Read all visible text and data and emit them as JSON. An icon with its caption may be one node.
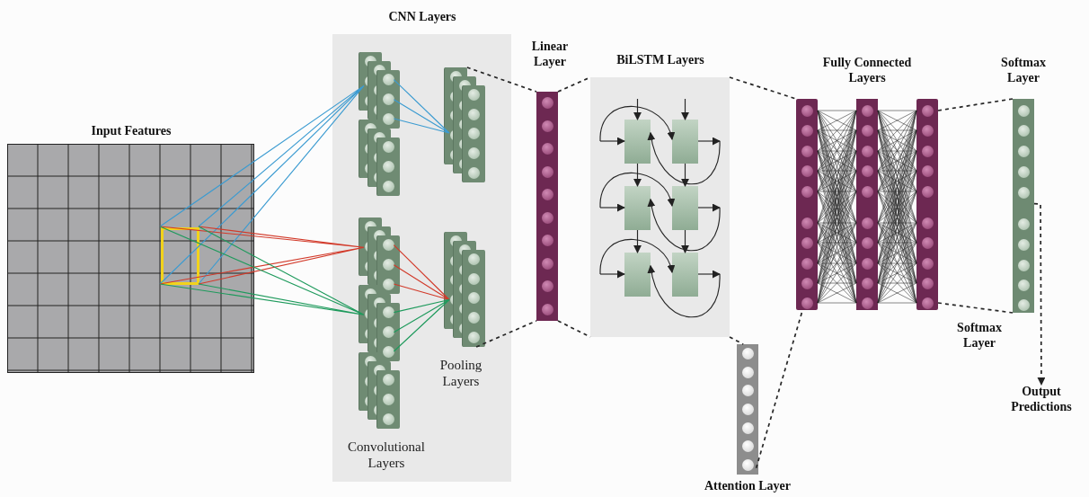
{
  "diagram": {
    "nodes": [
      {
        "text": [
          "Input Features"
        ]
      },
      {
        "text": [],
        "shape": "box",
        "in": 0
      },
      {
        "text": [
          "CNN Layers"
        ]
      },
      {
        "text": [],
        "shape": "bar",
        "in": 2
      },
      {
        "text": [],
        "shape": "bar",
        "in": 2
      },
      {
        "text": [],
        "shape": "bar",
        "in": 2
      },
      {
        "text": [],
        "shape": "bar",
        "in": 2
      },
      {
        "text": [],
        "shape": "bar",
        "in": 2
      },
      {
        "text": [],
        "shape": "bar",
        "in": 2
      },
      {
        "text": [],
        "shape": "bar",
        "in": 2
      },
      {
        "text": [
          "Linear Layer"
        ]
      },
      {
        "text": [
          "BiLSTM Layers"
        ]
      },
      {
        "text": [],
        "shape": "box",
        "in": 11
      },
      {
        "text": [],
        "shape": "box",
        "in": 11
      },
      {
        "text": [],
        "shape": "box",
        "in": 11
      },
      {
        "text": [],
        "shape": "box",
        "in": 11
      },
      {
        "text": [],
        "shape": "box",
        "in": 11
      },
      {
        "text": [],
        "shape": "box",
        "in": 11
      },
      {
        "text": [
          "Attention Layer"
        ]
      },
      {
        "text": [],
        "shape": "bar"
      },
      {
        "text": [
          "Fully Connected Layers"
        ]
      },
      {
        "text": [],
        "shape": "bar"
      },
      {
        "text": [
          "Softmax Layer"
        ],
        "beside": [
          "Softmax Layer"
        ]
      },
      {
        "text": [
          "Output Predictions"
        ]
      }
    ],
    "edges": [
      {
        "from": 1,
        "to": 3,
        "arrow": "none",
        "color": "#3b9bd1"
      },
      {
        "from": 1,
        "to": 5,
        "arrow": "none",
        "color": "#d23a2a"
      },
      {
        "from": 1,
        "to": 6,
        "arrow": "none",
        "color": "#1e9a5c"
      },
      {
        "from": 3,
        "to": 8,
        "arrow": "none",
        "color": "#3b9bd1"
      },
      {
        "from": 5,
        "to": 9,
        "arrow": "none",
        "color": "#d23a2a"
      },
      {
        "from": 6,
        "to": 9,
        "arrow": "none",
        "color": "#1e9a5c"
      },
      {
        "from": 8,
        "to": 10,
        "arrow": "none",
        "style": "dashed"
      },
      {
        "from": 9,
        "to": 10,
        "arrow": "none",
        "style": "dashed"
      },
      {
        "from": 10,
        "to": 11,
        "arrow": "none",
        "style": "dashed"
      },
      {
        "from": 10,
        "to": 11,
        "arrow": "none",
        "style": "dashed"
      },
      {
        "from": 11,
        "to": 19,
        "arrow": "none",
        "style": "dashed"
      },
      {
        "from": 11,
        "to": 18,
        "arrow": "none",
        "style": "dashed"
      },
      {
        "from": 18,
        "to": 19,
        "arrow": "none",
        "style": "dashed"
      },
      {
        "from": 19,
        "to": 20,
        "arrow": "none"
      },
      {
        "from": 20,
        "to": 21,
        "arrow": "none"
      },
      {
        "from": 21,
        "to": 22,
        "arrow": "none",
        "style": "dashed"
      },
      {
        "from": 21,
        "to": 22,
        "arrow": "none",
        "style": "dashed"
      },
      {
        "from": 22,
        "to": 23,
        "arrow": "to",
        "style": "dashed"
      },
      {
        "from": 12,
        "to": 14,
        "arrow": "to"
      },
      {
        "from": 14,
        "to": 16,
        "arrow": "to"
      },
      {
        "from": 13,
        "to": 15,
        "arrow": "to"
      },
      {
        "from": 15,
        "to": 17,
        "arrow": "to"
      },
      {
        "from": null,
        "to": 12,
        "arrow": "to"
      },
      {
        "from": null,
        "to": 13,
        "arrow": "to"
      },
      {
        "from": null,
        "to": 12,
        "arrow": "to"
      },
      {
        "from": null,
        "to": 13,
        "arrow": "to"
      },
      {
        "from": 13,
        "to": null,
        "arrow": "to"
      },
      {
        "from": null,
        "to": 12,
        "arrow": "to"
      },
      {
        "from": null,
        "to": 14,
        "arrow": "to"
      },
      {
        "from": null,
        "to": 15,
        "arrow": "to"
      },
      {
        "from": 15,
        "to": null,
        "arrow": "to"
      },
      {
        "from": null,
        "to": 14,
        "arrow": "to"
      },
      {
        "from": null,
        "to": 16,
        "arrow": "to"
      },
      {
        "from": null,
        "to": 17,
        "arrow": "to"
      },
      {
        "from": 17,
        "to": null,
        "arrow": "to"
      },
      {
        "from": null,
        "to": 16,
        "arrow": "to"
      }
    ],
    "labels": [
      "Convolutional Layers",
      "Pooling Layers"
    ]
  }
}
